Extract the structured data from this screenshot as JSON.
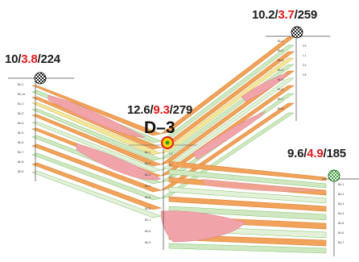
{
  "colors": {
    "orange": "#f2a35b",
    "orange_edge": "#d9822f",
    "green": "#cfe8c2",
    "green_edge": "#7fbf6a",
    "light_green": "#e3f1d9",
    "yellow": "#f4e79a",
    "white_band": "#f7f7f2",
    "pink": "#f0a3a8",
    "red_value": "#e01b1b",
    "text": "#1a1a1a"
  },
  "wells": [
    {
      "id": "left",
      "top": "10",
      "mid": "3.8",
      "bottom": "224",
      "marker_icon": "checker-ball-icon"
    },
    {
      "id": "upper",
      "top": "10.2",
      "mid": "3.7",
      "bottom": "259",
      "marker_icon": "checker-ball-icon"
    },
    {
      "id": "center",
      "top": "12.6",
      "mid": "9.3",
      "bottom": "279",
      "marker_icon": "target-dot-icon",
      "name": "D–3"
    },
    {
      "id": "right",
      "top": "9.6",
      "mid": "4.9",
      "bottom": "185",
      "marker_icon": "green-checker-ball-icon"
    }
  ],
  "separator": "/"
}
